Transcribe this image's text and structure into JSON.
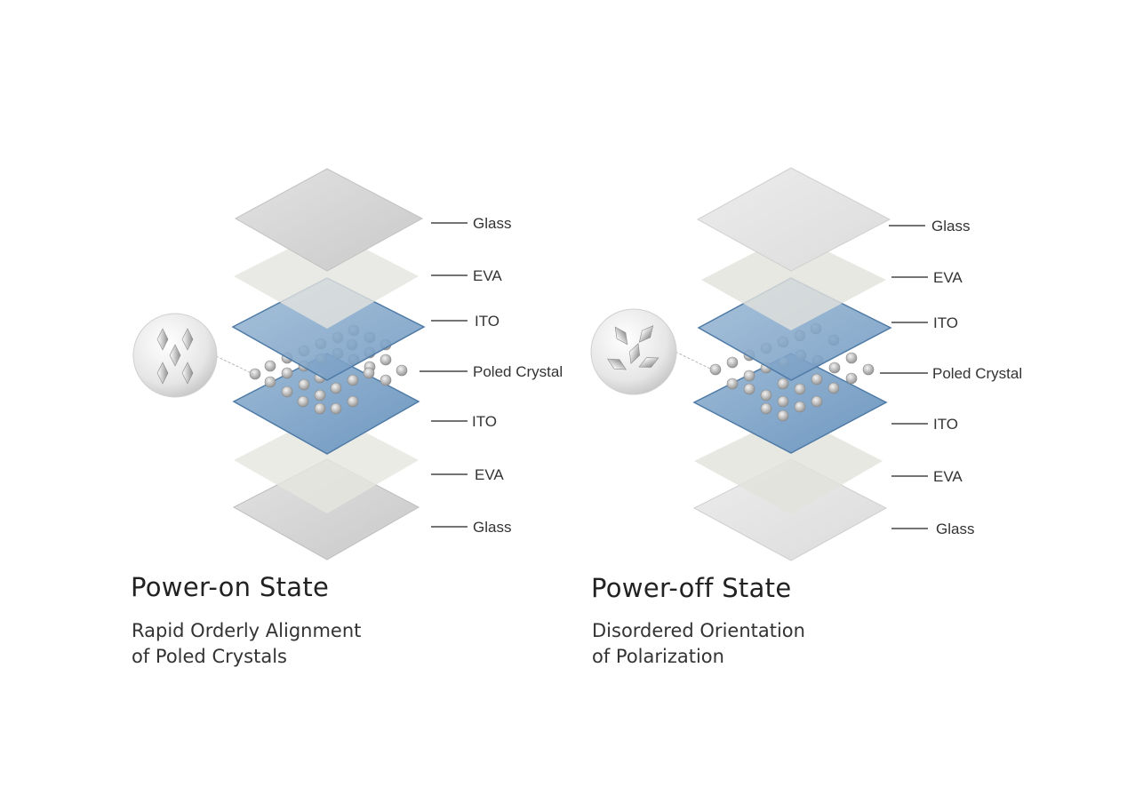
{
  "colors": {
    "glass": "#d6d6d6",
    "eva": "#e9e9e4",
    "ito": "#7fa6c9",
    "crystal": "#c8c8c8",
    "label_line": "#222222",
    "text": "#222222"
  },
  "panels": [
    {
      "state_title": "Power-on State",
      "description_lines": [
        "Rapid Orderly Alignment",
        "of Poled Crystals"
      ],
      "crystal_orientation": "ordered",
      "layers": [
        {
          "label": "Glass"
        },
        {
          "label": "EVA"
        },
        {
          "label": "ITO"
        },
        {
          "label": "Poled Crystal"
        },
        {
          "label": "ITO"
        },
        {
          "label": "EVA"
        },
        {
          "label": "Glass"
        }
      ]
    },
    {
      "state_title": "Power-off State",
      "description_lines": [
        "Disordered Orientation",
        "of Polarization"
      ],
      "crystal_orientation": "disordered",
      "layers": [
        {
          "label": "Glass"
        },
        {
          "label": "EVA"
        },
        {
          "label": "ITO"
        },
        {
          "label": "Poled Crystal"
        },
        {
          "label": "ITO"
        },
        {
          "label": "EVA"
        },
        {
          "label": "Glass"
        }
      ]
    }
  ]
}
